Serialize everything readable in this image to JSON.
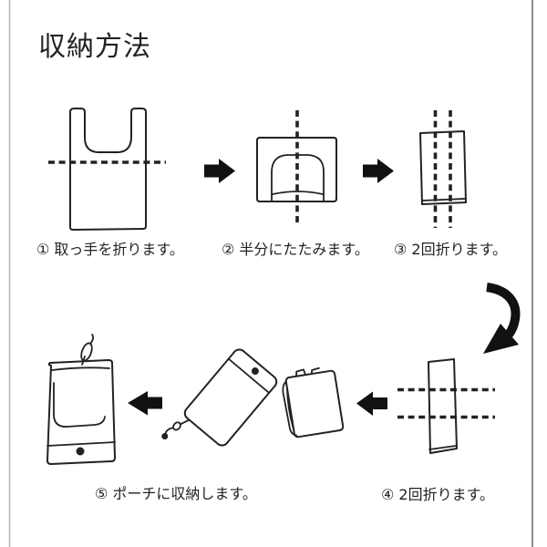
{
  "page": {
    "title": "収納方法"
  },
  "colors": {
    "background": "#ffffff",
    "ink": "#222222",
    "arrow": "#111111",
    "edge-left": "#b5b5b5",
    "edge-right": "#8a8a8a"
  },
  "steps": {
    "step1": {
      "label": "① 取っ手を折ります。"
    },
    "step2": {
      "label": "② 半分にたたみます。"
    },
    "step3": {
      "label": "③ 2回折ります。"
    },
    "step4": {
      "label": "④ 2回折ります。"
    },
    "step5": {
      "label": "⑤ ポーチに収納します。"
    }
  }
}
